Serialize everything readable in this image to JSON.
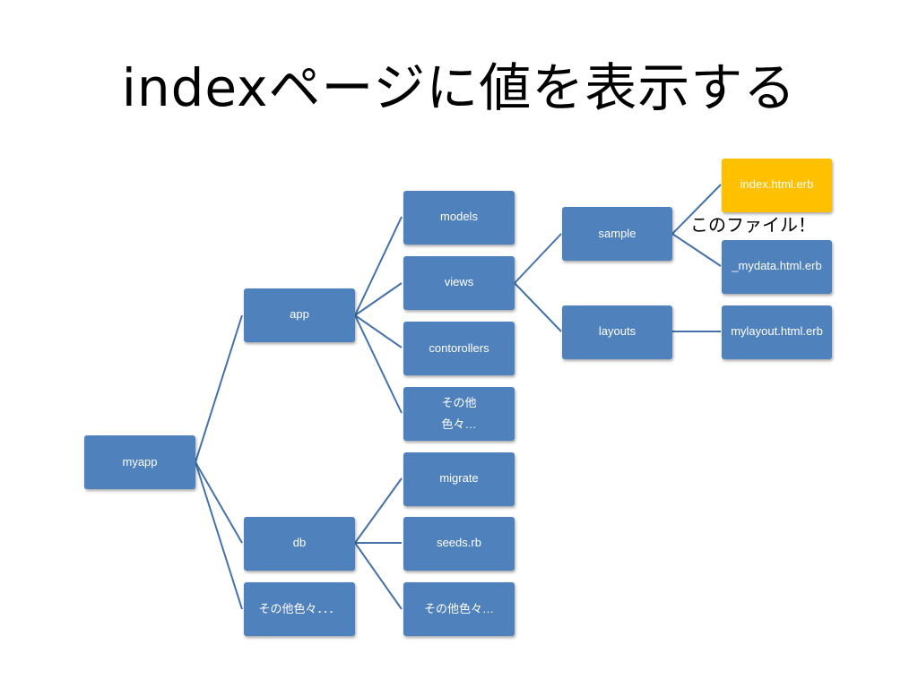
{
  "title": "indexページに値を表示する",
  "callout": "このファイル！",
  "colors": {
    "node": "#4f81bd",
    "highlight": "#ffc000",
    "connector": "#4472a8",
    "text_on_node": "#ffffff"
  },
  "nodes": {
    "myapp": "myapp",
    "app": "app",
    "db": "db",
    "other_root": "その他色々．．．",
    "models": "models",
    "views": "views",
    "controllers": "contorollers",
    "other_app": "その他\n色々…",
    "migrate": "migrate",
    "seeds": "seeds.rb",
    "other_db": "その他色々…",
    "sample": "sample",
    "layouts": "layouts",
    "index_erb": "index.html.erb",
    "mydata_erb": "_mydata.html.erb",
    "mylayout_erb": "mylayout.html.erb"
  }
}
